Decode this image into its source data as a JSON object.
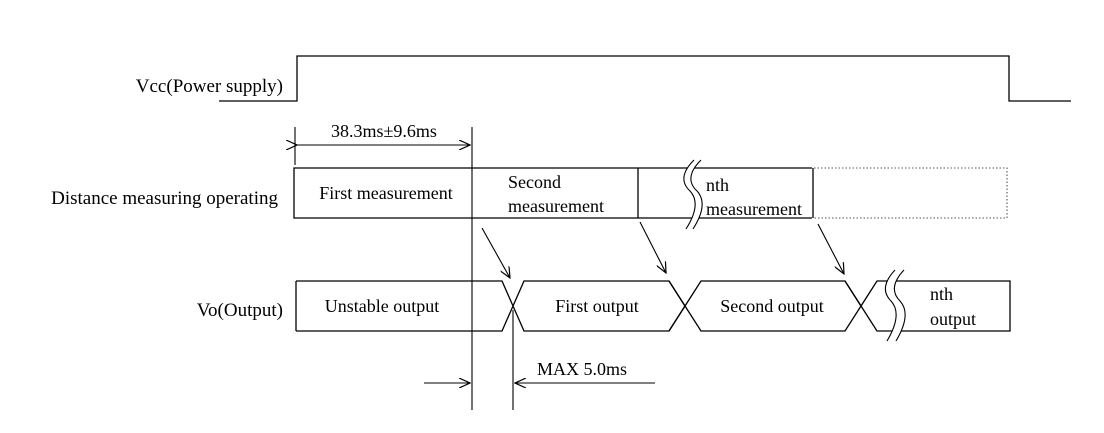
{
  "signals": {
    "vcc_label": "Vcc(Power supply)",
    "distance_label": "Distance measuring operating",
    "vo_label": "Vo(Output)"
  },
  "measurements": {
    "first": "First measurement",
    "second_line1": "Second",
    "second_line2": "measurement",
    "nth_line1": "nth",
    "nth_line2": "measurement"
  },
  "outputs": {
    "unstable": "Unstable output",
    "first": "First output",
    "second": "Second output",
    "nth_line1": "nth",
    "nth_line2": "output"
  },
  "timing": {
    "measurement_period": "38.3ms±9.6ms",
    "output_delay": "MAX 5.0ms"
  }
}
